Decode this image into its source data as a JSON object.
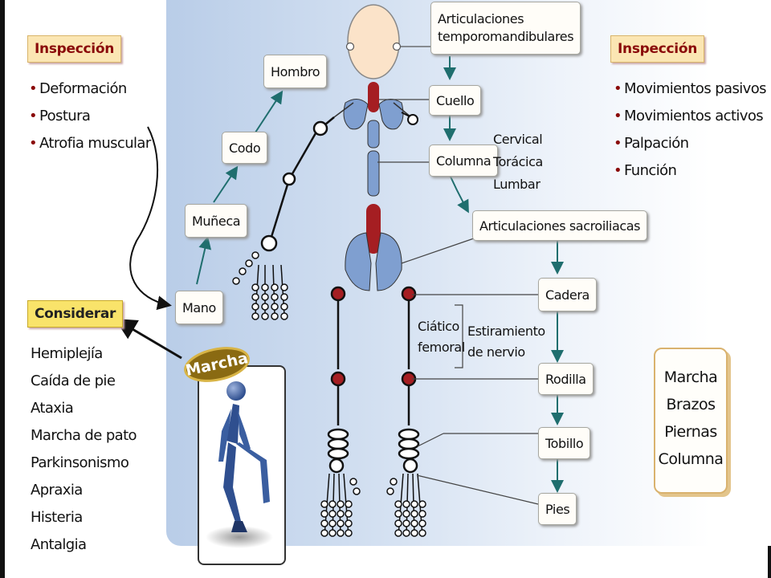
{
  "left": {
    "inspection_tag": "Inspección",
    "inspection_items": [
      "Deformación",
      "Postura",
      "Atrofia muscular"
    ],
    "consider_tag": "Considerar",
    "consider_items": [
      "Hemiplejía",
      "Caída de pie",
      "Ataxia",
      "Marcha de pato",
      "Parkinsonismo",
      "Apraxia",
      "Histeria",
      "Antalgia"
    ]
  },
  "right": {
    "inspection_tag": "Inspección",
    "inspection_items": [
      "Movimientos pasivos",
      "Movimientos activos",
      "Palpación",
      "Función"
    ],
    "summary_items": [
      "Marcha",
      "Brazos",
      "Piernas",
      "Columna"
    ]
  },
  "arm_chain": {
    "hombro": "Hombro",
    "codo": "Codo",
    "muneca": "Muñeca",
    "mano": "Mano"
  },
  "spine_chain": {
    "atm_line1": "Articulaciones",
    "atm_line2": "temporomandibulares",
    "cuello": "Cuello",
    "columna": "Columna",
    "columna_regions": [
      "Cervical",
      "Torácica",
      "Lumbar"
    ],
    "sacroiliacas": "Articulaciones sacroiliacas"
  },
  "leg_chain": {
    "cadera": "Cadera",
    "rodilla": "Rodilla",
    "tobillo": "Tobillo",
    "pies": "Pies",
    "ciatico_line1": "Ciático",
    "ciatico_line2": "femoral",
    "estiramiento_line1": "Estiramiento",
    "estiramiento_line2": "de nervio"
  },
  "gait": {
    "badge": "Marcha"
  },
  "colors": {
    "accent_red": "#a51e22",
    "bone_blue": "#7f9fd0",
    "arrow_teal": "#1f6e6e",
    "tag_cream": "#fbe6b3",
    "tag_yellow": "#f9e36a"
  }
}
